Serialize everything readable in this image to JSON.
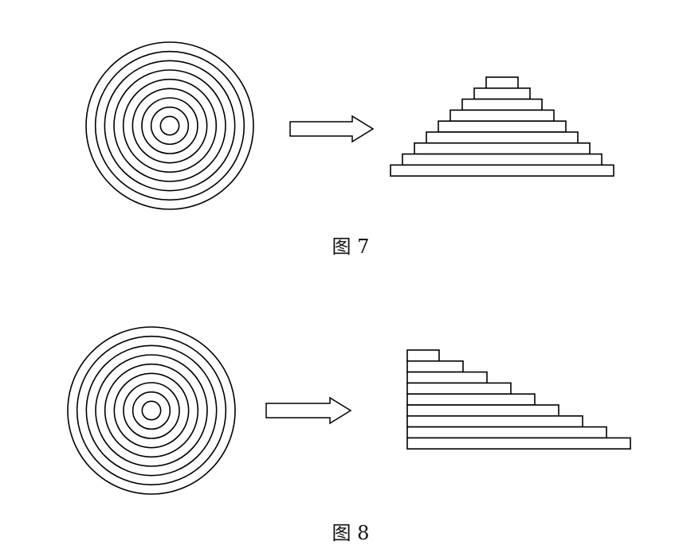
{
  "figures": [
    {
      "caption": "图 7",
      "rings": 9,
      "strips": 9,
      "arrangement": "pyramid-centered"
    },
    {
      "caption": "图 8",
      "rings": 9,
      "strips": 9,
      "arrangement": "staircase-left-aligned"
    }
  ],
  "colors": {
    "stroke": "#000000",
    "fill": "#ffffff"
  }
}
